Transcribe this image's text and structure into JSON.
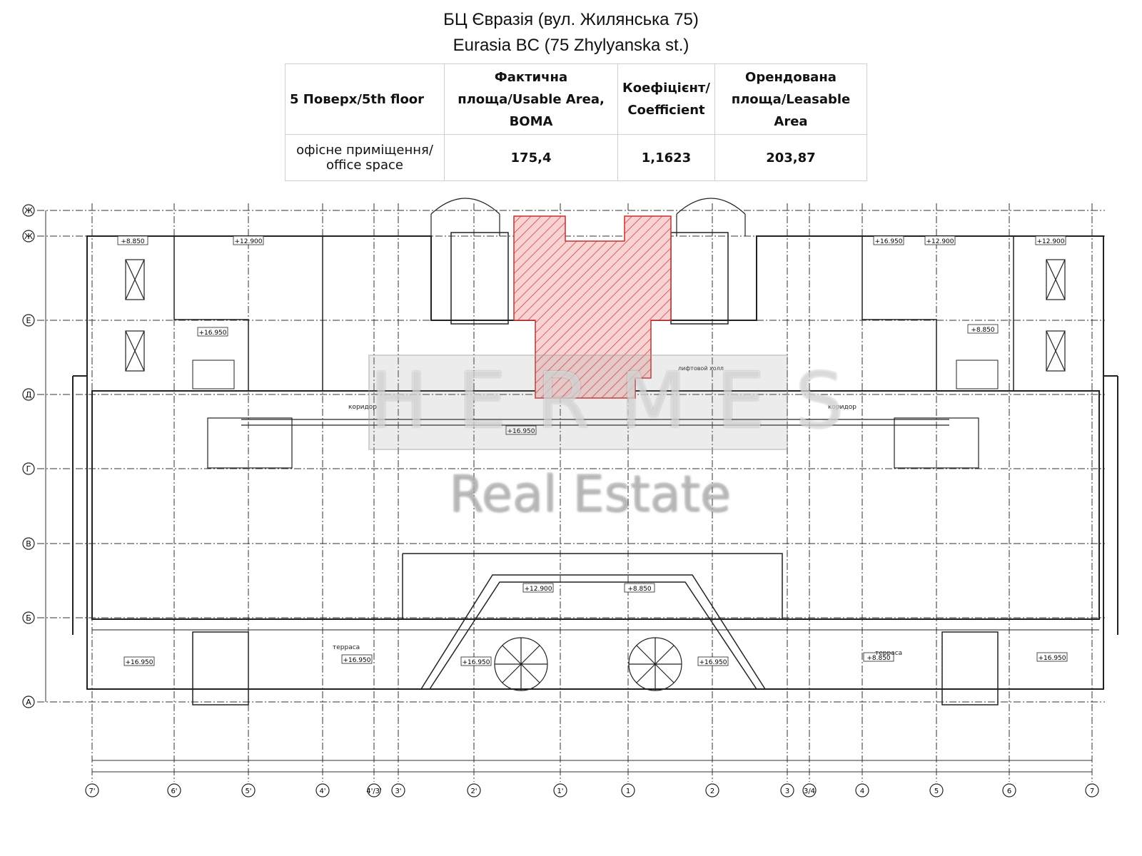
{
  "header": {
    "title_ua": "БЦ Євразія (вул. Жилянська 75)",
    "title_en": "Eurasia BC (75 Zhylyanska st.)"
  },
  "table": {
    "col1_header": "5 Поверх/5th floor",
    "col2_header": "Фактична площа/Usable Area, BOMA",
    "col3_header": "Коефіцієнт/ Coefficient",
    "col4_header": "Орендована площа/Leasable Area",
    "row_label": "офісне приміщення/ office space",
    "usable_area": "175,4",
    "coefficient": "1,1623",
    "leasable_area": "203,87"
  },
  "plan": {
    "highlight_color": "#d94040",
    "axes_rows": [
      "Ж",
      "Ж",
      "Е",
      "Д",
      "Г",
      "В",
      "Б",
      "А"
    ],
    "axes_cols": [
      "7'",
      "6'",
      "5'",
      "4'",
      "4'/3'",
      "3'",
      "2'",
      "1'",
      "1",
      "2",
      "3",
      "3/4",
      "4",
      "5",
      "6",
      "7"
    ],
    "room_labels": {
      "corridor_left": "коридор",
      "corridor_right": "коридор",
      "lift_hall": "лифтовой холл",
      "terrace_left": "терраса",
      "terrace_right": "терраса"
    },
    "level_tags": [
      "+8.850",
      "+12.900",
      "+16.950",
      "+16.950",
      "+12.900",
      "+8.850",
      "+16.950",
      "+16.950",
      "+12.900",
      "+12.900",
      "+8.850",
      "+8.850",
      "+16.950",
      "+16.950",
      "+16.950",
      "+16.950"
    ]
  },
  "watermark": {
    "line1": "HERMES",
    "line2": "Real Estate"
  }
}
